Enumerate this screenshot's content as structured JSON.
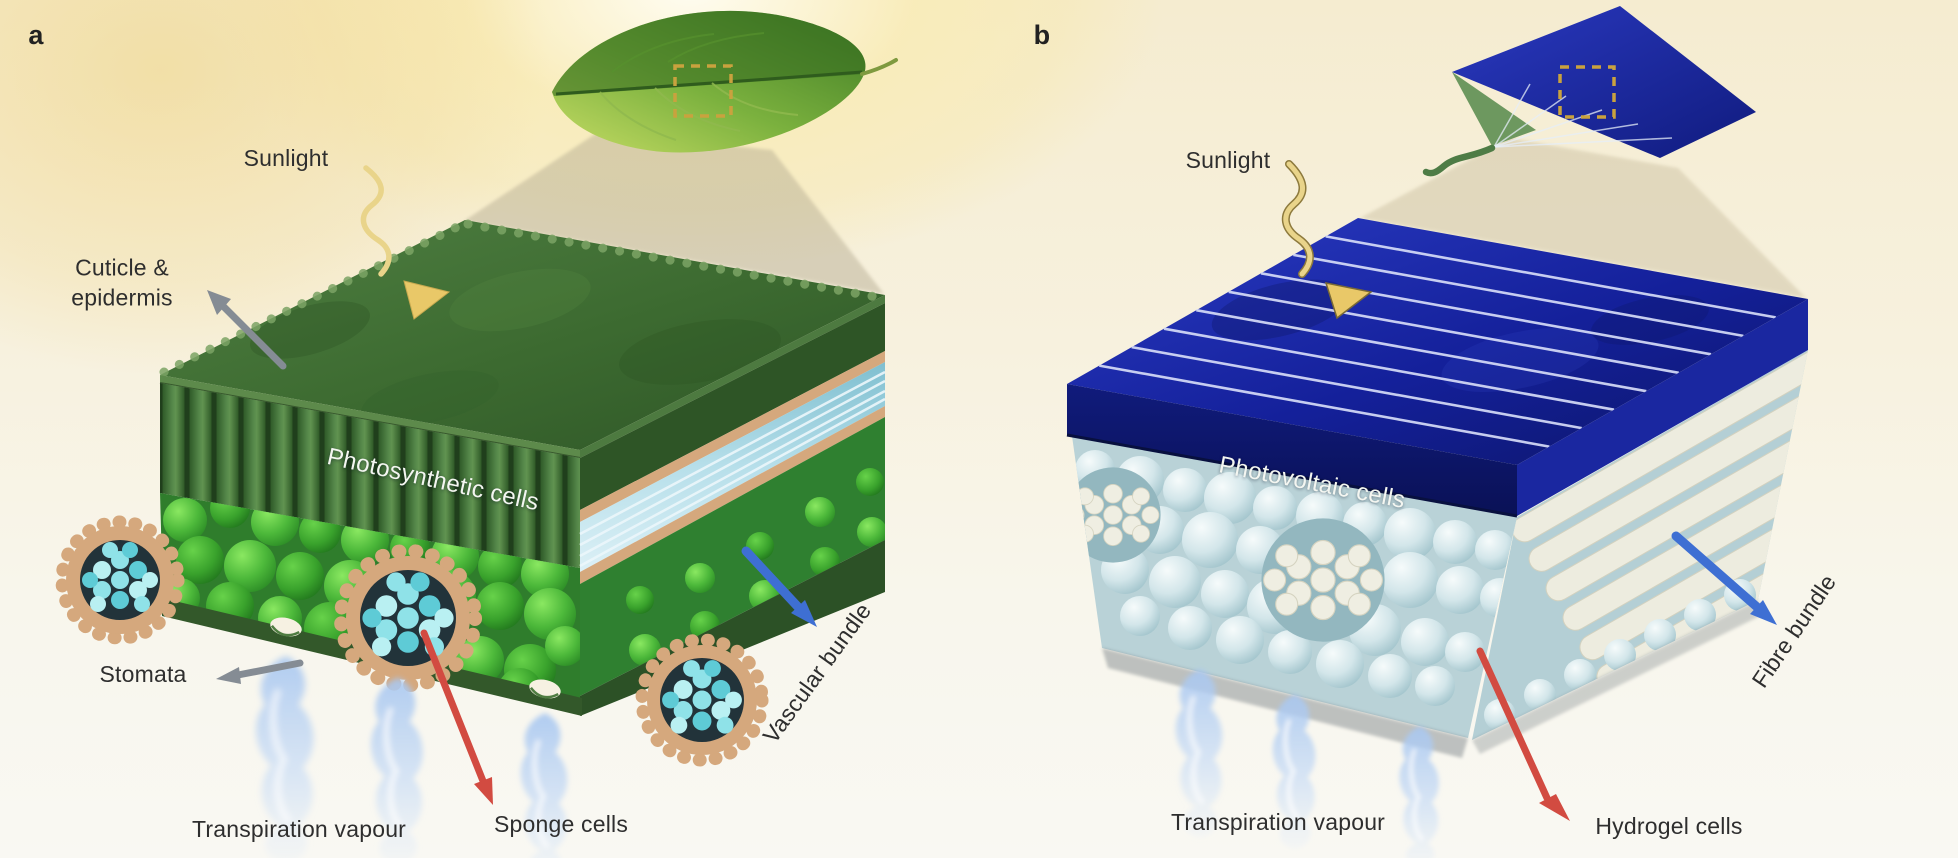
{
  "figure": {
    "panel_a": {
      "panel_label": "a",
      "labels": {
        "sunlight": "Sunlight",
        "cuticle_line1": "Cuticle &",
        "cuticle_line2": "epidermis",
        "photosynthetic_cells": "Photosynthetic cells",
        "stomata": "Stomata",
        "transpiration_vapour": "Transpiration vapour",
        "sponge_cells": "Sponge cells",
        "vascular_bundle": "Vascular bundle"
      }
    },
    "panel_b": {
      "panel_label": "b",
      "labels": {
        "sunlight": "Sunlight",
        "photovoltaic_cells": "Photovoltaic cells",
        "transpiration_vapour": "Transpiration vapour",
        "hydrogel_cells": "Hydrogel cells",
        "fibre_bundle": "Fibre bundle"
      }
    }
  },
  "colors": {
    "background_cream": "#f6eed6",
    "sun_glow": "#f5e7ae",
    "label_text": "#2e2e2e",
    "arrow_gray": "#858c94",
    "arrow_red": "#d24b41",
    "arrow_blue": "#3e6fd3",
    "sun_ray_yellow": "#e9d48a",
    "sun_triangle_yellow": "#e9c868",
    "leaf_green": "#4c8530",
    "leaf_top_face_green": "#3f7134",
    "palisade_green": "#35622c",
    "sponge_green": "#41ab35",
    "bundle_sheath_tan": "#d5a87d",
    "vascular_cyan": "#82dde5",
    "pv_navy": "#16229b",
    "pv_gridline": "#dde3fa",
    "hydrogel_pale_blue": "#cde1e5",
    "fibre_ivory": "#edecdf",
    "vapour_blue": "#bcd4f0",
    "highlight_box_gold": "#c9a23e"
  },
  "icons": {
    "sun_ray": "zigzag-sun-ray",
    "sun_ray_head": "triangle-arrowhead",
    "outward_arrow": "straight-gray-arrow",
    "water_flow_arrow": "diagonal-red-arrow",
    "bundle_flow_arrow": "diagonal-blue-arrow",
    "zoom_region_box": "dashed-square"
  }
}
